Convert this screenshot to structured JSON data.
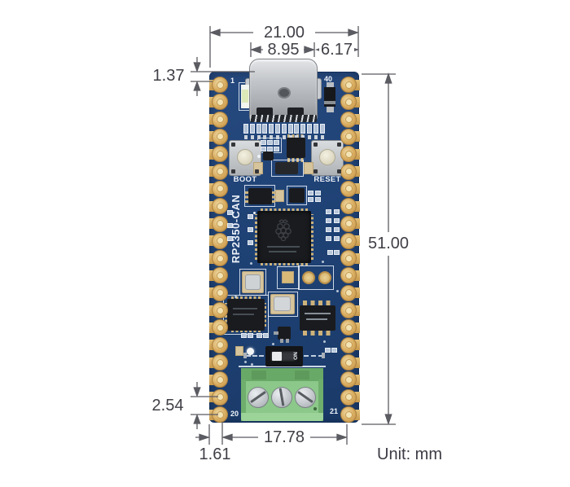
{
  "meta": {
    "unit_label": "Unit: mm"
  },
  "dims": {
    "board_width": "21.00",
    "usb_width": "8.95",
    "right_gap": "6.17",
    "top_offset": "1.37",
    "board_height": "51.00",
    "pitch": "2.54",
    "left_offset": "1.61",
    "bottom_span": "17.78"
  },
  "board": {
    "silkscreen": "RP2350-CAN",
    "boot": "BOOT",
    "reset": "RESET",
    "switch": "ON",
    "pins_per_side": 20,
    "pin_labels": {
      "p1": "1",
      "p40": "40",
      "p20": "20",
      "p21": "21"
    },
    "colors": {
      "pcb_blue": "#1f4275",
      "pad_gold": "#d8ab5e",
      "terminal_green": "#8cc88a",
      "silk_white": "#e9eff7",
      "dimension_gray": "#3f3f46"
    }
  }
}
